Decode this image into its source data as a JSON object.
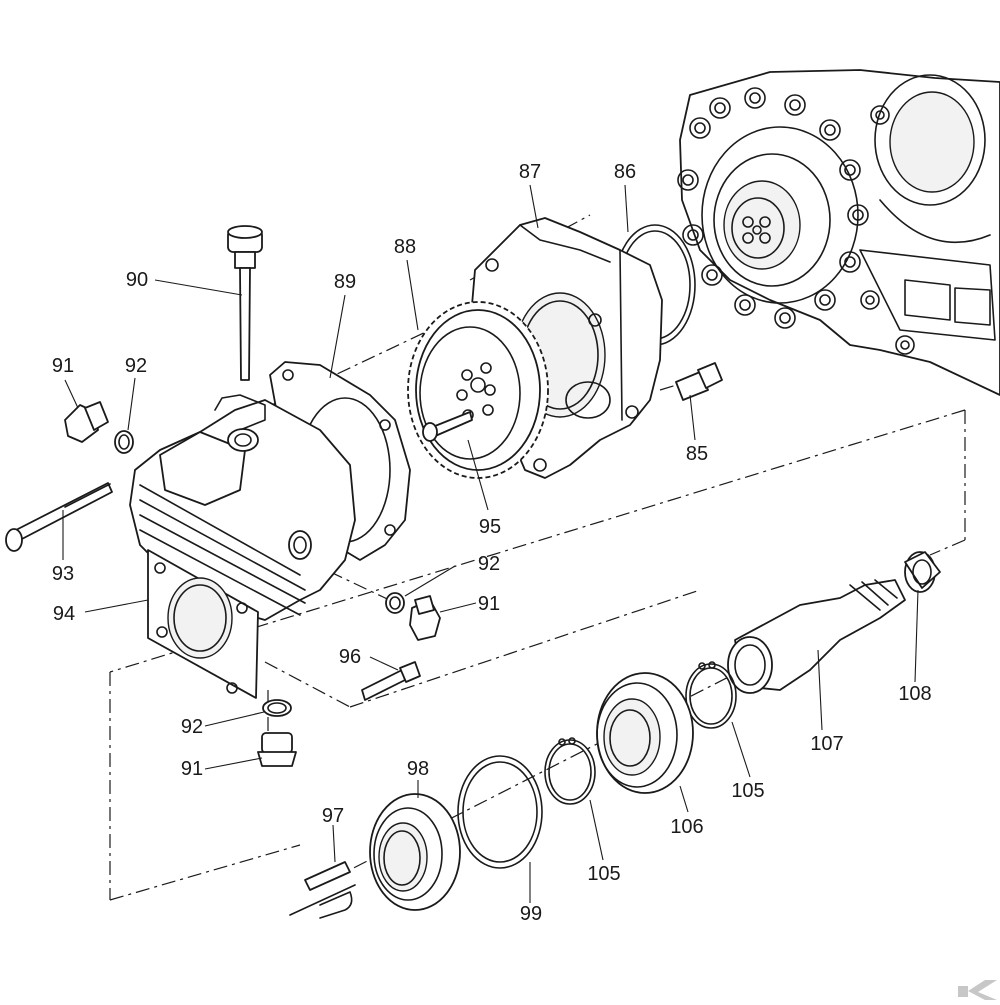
{
  "diagram": {
    "callouts": [
      {
        "id": "c85",
        "text": "85"
      },
      {
        "id": "c86",
        "text": "86"
      },
      {
        "id": "c87",
        "text": "87"
      },
      {
        "id": "c88",
        "text": "88"
      },
      {
        "id": "c89",
        "text": "89"
      },
      {
        "id": "c90",
        "text": "90"
      },
      {
        "id": "c91a",
        "text": "91"
      },
      {
        "id": "c92a",
        "text": "92"
      },
      {
        "id": "c93",
        "text": "93"
      },
      {
        "id": "c94",
        "text": "94"
      },
      {
        "id": "c95",
        "text": "95"
      },
      {
        "id": "c92b",
        "text": "92"
      },
      {
        "id": "c91b",
        "text": "91"
      },
      {
        "id": "c96",
        "text": "96"
      },
      {
        "id": "c92c",
        "text": "92"
      },
      {
        "id": "c91c",
        "text": "91"
      },
      {
        "id": "c97",
        "text": "97"
      },
      {
        "id": "c98",
        "text": "98"
      },
      {
        "id": "c99",
        "text": "99"
      },
      {
        "id": "c105a",
        "text": "105"
      },
      {
        "id": "c106",
        "text": "106"
      },
      {
        "id": "c105b",
        "text": "105"
      },
      {
        "id": "c107",
        "text": "107"
      },
      {
        "id": "c108",
        "text": "108"
      }
    ],
    "logo_icon": "kramp-k-logo"
  }
}
